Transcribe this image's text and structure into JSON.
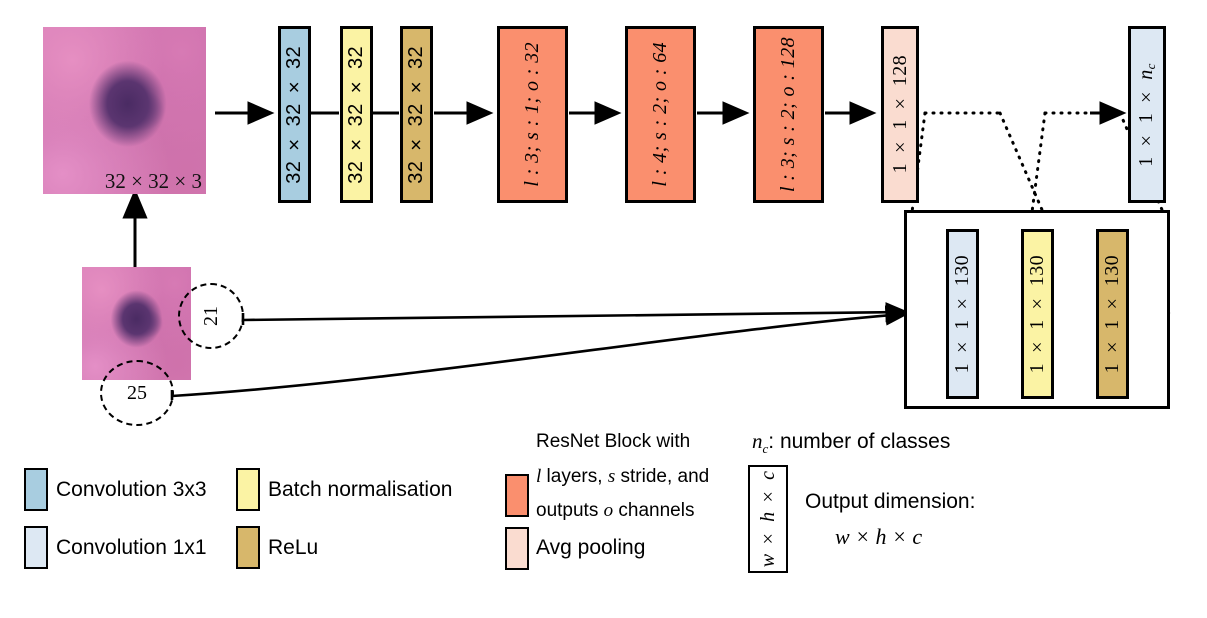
{
  "diagram": {
    "title": "ResNet architecture diagram",
    "input_image": {
      "caption": "32 × 32 × 3",
      "alt": "blurred pink-purple cell image"
    },
    "source_image": {
      "alt": "blurred pink-purple cell patch"
    },
    "annotations": [
      {
        "name": "circle-21",
        "label": "21"
      },
      {
        "name": "circle-25",
        "label": "25"
      }
    ],
    "pipeline": [
      {
        "name": "conv3x3-32",
        "label": "32 × 32 × 32",
        "color": "#a8cde0",
        "kind": "conv3x3"
      },
      {
        "name": "batchnorm-32",
        "label": "32 × 32 × 32",
        "color": "#fbf3a4",
        "kind": "batchnorm"
      },
      {
        "name": "relu-32",
        "label": "32 × 32 × 32",
        "color": "#d7b76b",
        "kind": "relu"
      },
      {
        "name": "resnet-block-1",
        "label": "l : 3; s : 1; o : 32",
        "color": "#fa8f6e",
        "kind": "resnet"
      },
      {
        "name": "resnet-block-2",
        "label": "l : 4; s : 2; o : 64",
        "color": "#fa8f6e",
        "kind": "resnet"
      },
      {
        "name": "resnet-block-3",
        "label": "l : 3; s : 2; o : 128",
        "color": "#fa8f6e",
        "kind": "resnet"
      },
      {
        "name": "avg-pooling",
        "label": "1 × 1 × 128",
        "color": "#fadcd0",
        "kind": "avgpool"
      },
      {
        "name": "conv1x1-output",
        "label": "1 × 1 × n_c",
        "color": "#dde8f3",
        "kind": "conv1x1"
      }
    ],
    "inset": [
      {
        "name": "inset-conv1x1-130",
        "label": "1 × 1 × 130",
        "color": "#dde8f3"
      },
      {
        "name": "inset-batchnorm-130",
        "label": "1 × 1 × 130",
        "color": "#fbf3a4"
      },
      {
        "name": "inset-relu-130",
        "label": "1 × 1 × 130",
        "color": "#d7b76b"
      }
    ]
  },
  "legend": {
    "items": [
      {
        "name": "legend-conv3x3",
        "color": "#a8cde0",
        "text": "Convolution 3x3"
      },
      {
        "name": "legend-conv1x1",
        "color": "#dde8f3",
        "text": "Convolution 1x1"
      },
      {
        "name": "legend-batchnorm",
        "color": "#fbf3a4",
        "text": "Batch normalisation"
      },
      {
        "name": "legend-relu",
        "color": "#d7b76b",
        "text": "ReLu"
      },
      {
        "name": "legend-resnet",
        "color": "#fa8f6e",
        "text": "ResNet Block with l layers, s stride, and outputs o channels"
      },
      {
        "name": "legend-avgpool",
        "color": "#fadcd0",
        "text": "Avg pooling"
      }
    ],
    "resnet_lines": [
      "ResNet Block with",
      "l layers, s stride, and",
      "outputs o channels"
    ],
    "avgpool_text": "Avg pooling",
    "nc_text": "n_c: number of classes",
    "dim_box_label": "w × h × c",
    "output_dim_title": "Output dimension:",
    "output_dim_value": "w × h × c"
  }
}
